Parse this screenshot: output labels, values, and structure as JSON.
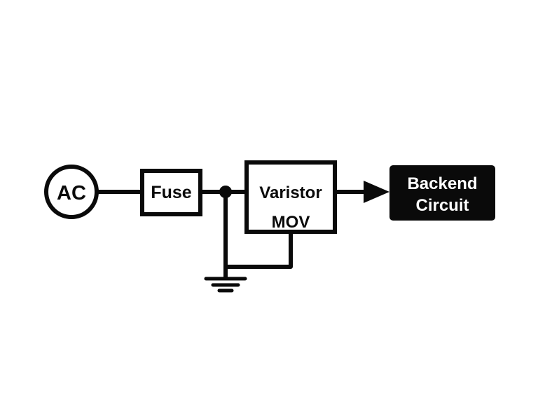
{
  "diagram": {
    "source_label": "AC",
    "fuse_label": "Fuse",
    "varistor_label": "Varistor",
    "mov_label": "MOV",
    "backend_line1": "Backend",
    "backend_line2": "Circuit"
  },
  "colors": {
    "stroke": "#0a0a0a",
    "background": "#ffffff",
    "backend_fill": "#0a0a0a",
    "backend_text": "#ffffff"
  },
  "icons": {
    "ground": "ground-symbol-icon",
    "arrow": "arrow-right-icon"
  }
}
